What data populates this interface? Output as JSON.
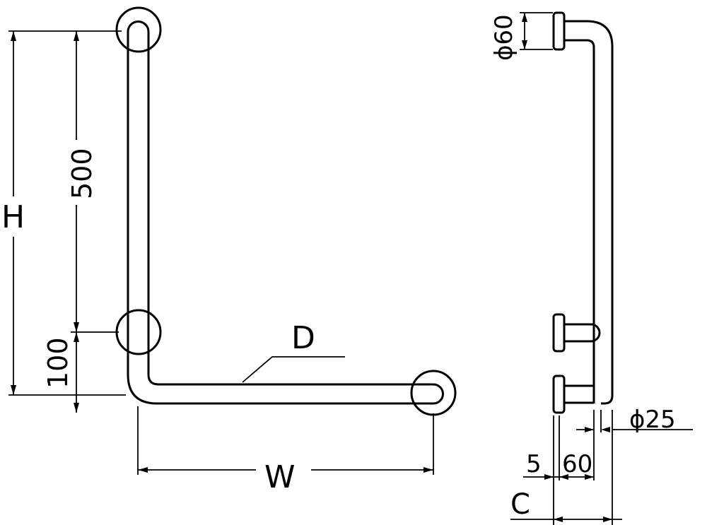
{
  "front_view": {
    "labels": {
      "height": "H",
      "width": "W",
      "diameter": "D",
      "upper_span": "500",
      "lower_span": "100"
    }
  },
  "side_view": {
    "labels": {
      "flange_diameter": "ϕ60",
      "pipe_diameter": "ϕ25",
      "offset_5": "5",
      "offset_60": "60",
      "clearance": "C"
    }
  },
  "colors": {
    "line": "#000000",
    "background": "#ffffff"
  }
}
